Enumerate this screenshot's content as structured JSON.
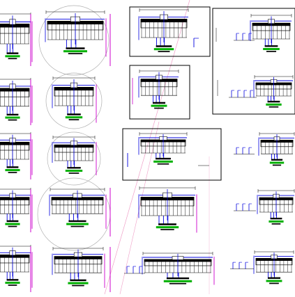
{
  "canvas": {
    "background": "#ffffff"
  },
  "colors": {
    "ink": "#000000",
    "blue": "#0000dd",
    "magenta": "#cc00cc",
    "green": "#00b000",
    "guide": "#f0a0c8",
    "circle": "#b0b0b0"
  },
  "drawing": {
    "view_count": 20,
    "framed_view_count": 4,
    "columns": 5,
    "rows": 5
  }
}
